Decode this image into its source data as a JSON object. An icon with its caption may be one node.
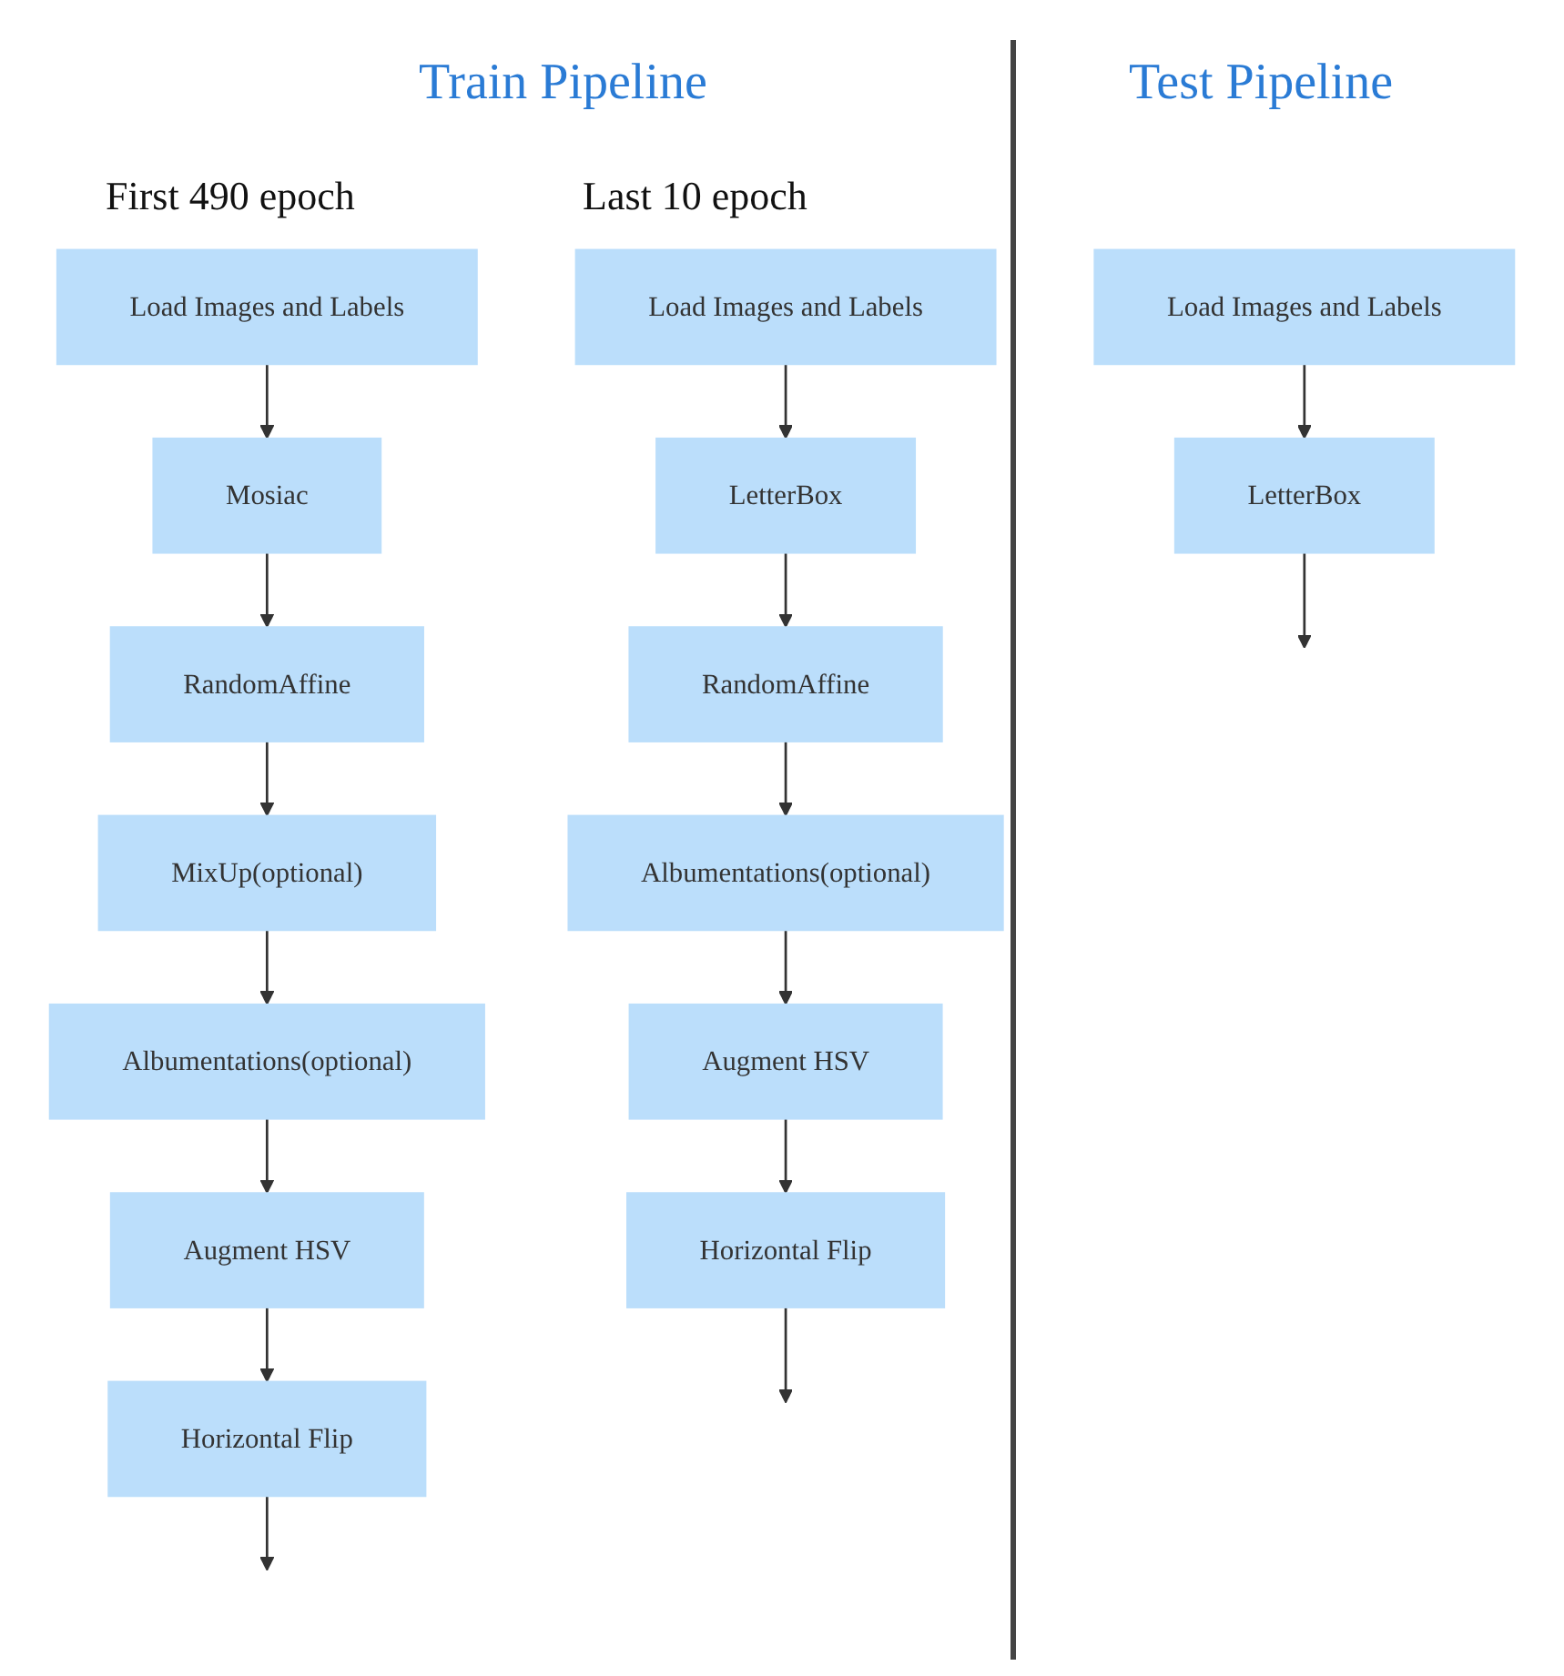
{
  "diagram": {
    "nodes": [
      {
        "text": [
          "Load Images and Labels"
        ]
      },
      {
        "text": [
          "Mosiac"
        ]
      },
      {
        "text": [
          "RandomAffine"
        ]
      },
      {
        "text": [
          "MixUp(optional)"
        ]
      },
      {
        "text": [
          "Albumentations(optional)"
        ]
      },
      {
        "text": [
          "Augment HSV"
        ]
      },
      {
        "text": [
          "Horizontal Flip"
        ]
      },
      {
        "text": [
          "Load Images and Labels"
        ]
      },
      {
        "text": [
          "LetterBox"
        ]
      },
      {
        "text": [
          "RandomAffine"
        ]
      },
      {
        "text": [
          "Albumentations(optional)"
        ]
      },
      {
        "text": [
          "Augment HSV"
        ]
      },
      {
        "text": [
          "Horizontal Flip"
        ]
      },
      {
        "text": [
          "Load Images and Labels"
        ]
      },
      {
        "text": [
          "LetterBox"
        ]
      }
    ],
    "edges": [
      {
        "from": 0,
        "to": 1,
        "arrow": "to"
      },
      {
        "from": 1,
        "to": 2,
        "arrow": "to"
      },
      {
        "from": 2,
        "to": 3,
        "arrow": "to"
      },
      {
        "from": 3,
        "to": 4,
        "arrow": "to"
      },
      {
        "from": 4,
        "to": 5,
        "arrow": "to"
      },
      {
        "from": 5,
        "to": 6,
        "arrow": "to"
      },
      {
        "from": 6,
        "to": null,
        "arrow": "to"
      },
      {
        "from": 7,
        "to": 8,
        "arrow": "to"
      },
      {
        "from": 8,
        "to": 9,
        "arrow": "to"
      },
      {
        "from": 9,
        "to": 10,
        "arrow": "to"
      },
      {
        "from": 10,
        "to": 11,
        "arrow": "to"
      },
      {
        "from": 11,
        "to": 12,
        "arrow": "to"
      },
      {
        "from": 12,
        "to": null,
        "arrow": "to"
      },
      {
        "from": 13,
        "to": 14,
        "arrow": "to"
      },
      {
        "from": 14,
        "to": null,
        "arrow": "to"
      }
    ],
    "labels": [
      "Train Pipeline",
      "Test Pipeline",
      "First 490 epoch",
      "Last 10 epoch"
    ]
  }
}
